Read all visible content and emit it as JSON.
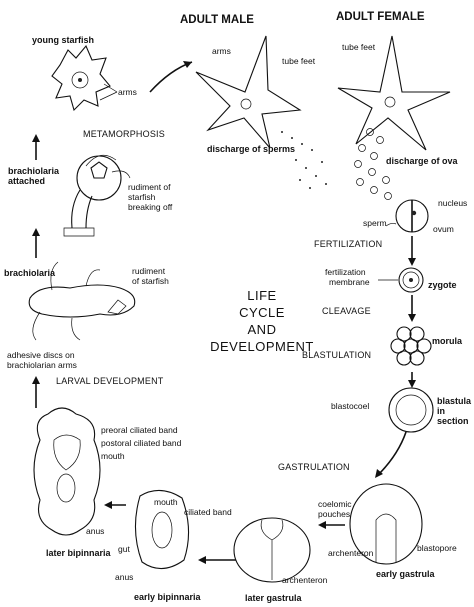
{
  "titles": {
    "adult_male": "ADULT MALE",
    "adult_female": "ADULT FEMALE",
    "center": [
      "LIFE",
      "CYCLE",
      "AND",
      "DEVELOPMENT"
    ]
  },
  "stages": {
    "metamorphosis": "METAMORPHOSIS",
    "fertilization": "FERTILIZATION",
    "cleavage": "CLEAVAGE",
    "blastulation": "BLASTULATION",
    "gastrulation": "GASTRULATION",
    "larval_development": "LARVAL DEVELOPMENT"
  },
  "organisms": {
    "young_starfish": "young starfish",
    "brachiolaria_attached": [
      "brachiolaria",
      "attached"
    ],
    "brachiolaria": "brachiolaria",
    "later_bipinnaria": "later bipinnaria",
    "early_bipinnaria": "early bipinnaria",
    "later_gastrula": "later gastrula",
    "early_gastrula": "early gastrula",
    "blastula_in_section": [
      "blastula",
      "in",
      "section"
    ],
    "morula": "morula",
    "zygote": "zygote",
    "discharge_sperms": "discharge of sperms",
    "discharge_ova": "discharge of ova"
  },
  "labels": {
    "arms_young": "arms",
    "arms_male": "arms",
    "tube_feet_male": "tube feet",
    "tube_feet_female": "tube feet",
    "nucleus": "nucleus",
    "sperm": "sperm",
    "ovum": "ovum",
    "fertilization_membrane": [
      "fertilization",
      "membrane"
    ],
    "blastocoel": "blastocoel",
    "rudiment_breaking": [
      "rudiment of",
      "starfish",
      "breaking off"
    ],
    "rudiment": [
      "rudiment",
      "of starfish"
    ],
    "adhesive_discs": [
      "adhesive discs on",
      "brachiolarian arms"
    ],
    "preoral_band": "preoral ciliated band",
    "postoral_band": "postoral ciliated band",
    "mouth_later": "mouth",
    "anus_later": "anus",
    "mouth_early": "mouth",
    "ciliated_band": "ciliated band",
    "gut": "gut",
    "anus_early": "anus",
    "coelomic_pouches": [
      "coelomic",
      "pouches"
    ],
    "archenteron_later": "archenteron",
    "archenteron_early": "archenteron",
    "blastopore": "blastopore"
  }
}
